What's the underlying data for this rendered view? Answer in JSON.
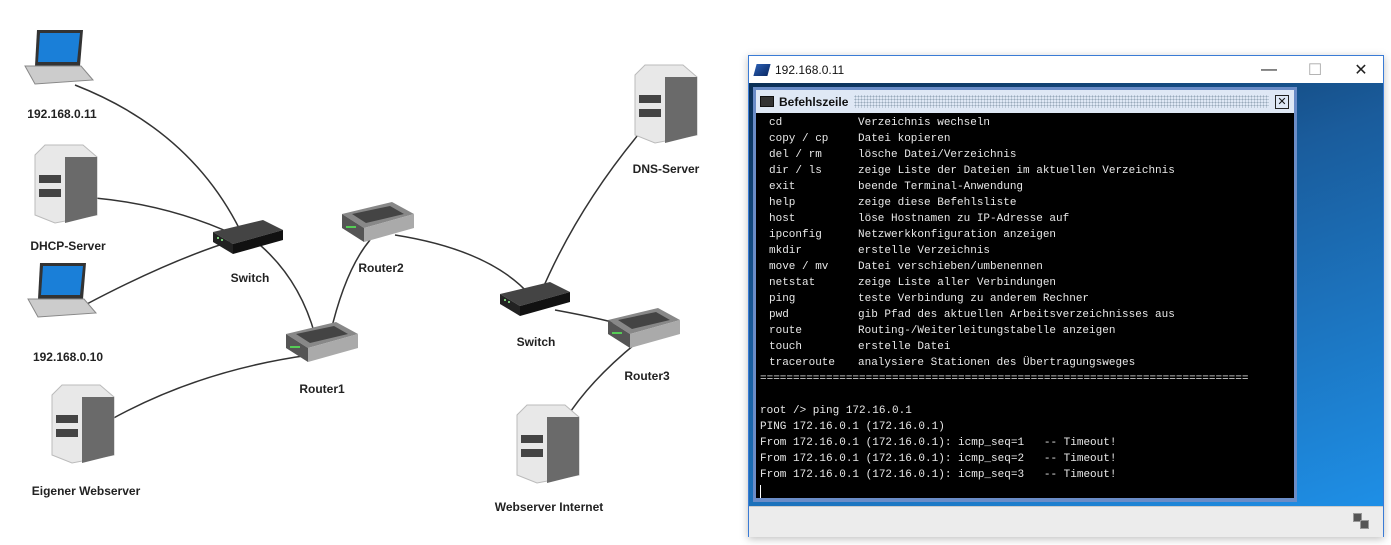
{
  "diagram": {
    "nodes": [
      {
        "id": "laptop1",
        "label": "192.168.0.11",
        "type": "laptop"
      },
      {
        "id": "dhcp",
        "label": "DHCP-Server",
        "type": "server"
      },
      {
        "id": "laptop2",
        "label": "192.168.0.10",
        "type": "laptop"
      },
      {
        "id": "websrv",
        "label": "Eigener Webserver",
        "type": "server"
      },
      {
        "id": "switch1",
        "label": "Switch",
        "type": "switch"
      },
      {
        "id": "router1",
        "label": "Router1",
        "type": "router"
      },
      {
        "id": "router2",
        "label": "Router2",
        "type": "router"
      },
      {
        "id": "switch2",
        "label": "Switch",
        "type": "switch"
      },
      {
        "id": "router3",
        "label": "Router3",
        "type": "router"
      },
      {
        "id": "dns",
        "label": "DNS-Server",
        "type": "server"
      },
      {
        "id": "webinet",
        "label": "Webserver Internet",
        "type": "server"
      }
    ]
  },
  "window": {
    "title": "192.168.0.11",
    "minimize": "—",
    "maximize": "☐",
    "close": "✕"
  },
  "terminal": {
    "title": "Befehlszeile",
    "close": "✕",
    "commands": [
      [
        "cd",
        "Verzeichnis wechseln"
      ],
      [
        "copy / cp",
        "Datei kopieren"
      ],
      [
        "del / rm",
        "lösche Datei/Verzeichnis"
      ],
      [
        "dir / ls",
        "zeige Liste der Dateien im aktuellen Verzeichnis"
      ],
      [
        "exit",
        "beende Terminal-Anwendung"
      ],
      [
        "help",
        "zeige diese Befehlsliste"
      ],
      [
        "host",
        "löse Hostnamen zu IP-Adresse auf"
      ],
      [
        "ipconfig",
        "Netzwerkkonfiguration anzeigen"
      ],
      [
        "mkdir",
        "erstelle Verzeichnis"
      ],
      [
        "move / mv",
        "Datei verschieben/umbenennen"
      ],
      [
        "netstat",
        "zeige Liste aller Verbindungen"
      ],
      [
        "ping",
        "teste Verbindung zu anderem Rechner"
      ],
      [
        "pwd",
        "gib Pfad des aktuellen Arbeitsverzeichnisses aus"
      ],
      [
        "route",
        "Routing-/Weiterleitungstabelle anzeigen"
      ],
      [
        "touch",
        "erstelle Datei"
      ],
      [
        "traceroute",
        "analysiere Stationen des Übertragungsweges"
      ]
    ],
    "separator": "==========================================================================",
    "output": [
      "",
      "root /> ping 172.16.0.1",
      "PING 172.16.0.1 (172.16.0.1)",
      "From 172.16.0.1 (172.16.0.1): icmp_seq=1   -- Timeout!",
      "From 172.16.0.1 (172.16.0.1): icmp_seq=2   -- Timeout!",
      "From 172.16.0.1 (172.16.0.1): icmp_seq=3   -- Timeout!"
    ]
  }
}
